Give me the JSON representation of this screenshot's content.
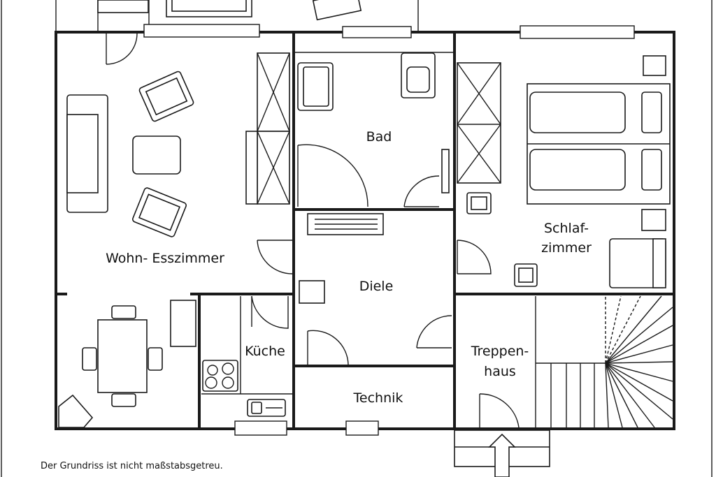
{
  "rooms": {
    "wohn": "Wohn- Esszimmer",
    "bad": "Bad",
    "schlaf_1": "Schlaf-",
    "schlaf_2": "zimmer",
    "diele": "Diele",
    "kueche": "Küche",
    "treppen_1": "Treppen-",
    "treppen_2": "haus",
    "technik": "Technik"
  },
  "footer": {
    "note": "Der Grundriss ist nicht maßstabsgetreu."
  }
}
